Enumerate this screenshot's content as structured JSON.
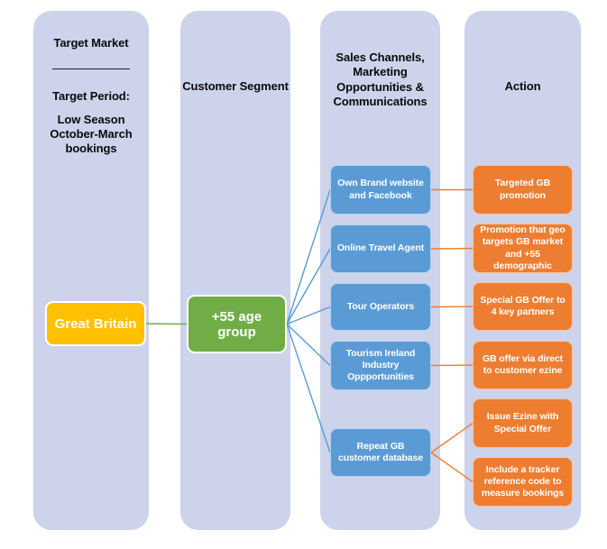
{
  "colors": {
    "panel_background": "#CDD3EA",
    "target_market_node": "#FFC000",
    "segment_node": "#70AD47",
    "channel_nodes": "#5B9BD5",
    "action_nodes": "#ED7D31",
    "connector_green": "#70AD47",
    "connector_blue": "#5B9BD5",
    "connector_orange": "#ED7D31"
  },
  "columns": [
    {
      "title": "Target Market",
      "period_label": "Target Period:",
      "period_value": "Low Season October-March bookings"
    },
    {
      "title": "Customer Segment"
    },
    {
      "title": "Sales Channels, Marketing Opportunities & Communications"
    },
    {
      "title": "Action"
    }
  ],
  "nodes": [
    {
      "id": "great-britain",
      "label": "Great Britain",
      "color": "#FFC000"
    },
    {
      "id": "age-group",
      "label": "+55 age group",
      "color": "#70AD47"
    },
    {
      "id": "own-brand-website",
      "label": "Own Brand website and Facebook",
      "color": "#5B9BD5"
    },
    {
      "id": "online-travel-agent",
      "label": "Online Travel Agent",
      "color": "#5B9BD5"
    },
    {
      "id": "tour-operators",
      "label": "Tour Operators",
      "color": "#5B9BD5"
    },
    {
      "id": "tourism-ireland",
      "label": "Tourism Ireland Industry Oppportunities",
      "color": "#5B9BD5"
    },
    {
      "id": "repeat-gb-database",
      "label": "Repeat GB customer database",
      "color": "#5B9BD5"
    },
    {
      "id": "targeted-gb-promotion",
      "label": "Targeted GB promotion",
      "color": "#ED7D31"
    },
    {
      "id": "geo-targeted-promotion",
      "label": "Promotion that geo targets GB market and +55 demographic",
      "color": "#ED7D31"
    },
    {
      "id": "special-gb-offer",
      "label": "Special  GB Offer to 4 key partners",
      "color": "#ED7D31"
    },
    {
      "id": "gb-offer-ezine",
      "label": "GB offer via direct to customer ezine",
      "color": "#ED7D31"
    },
    {
      "id": "issue-ezine",
      "label": "Issue Ezine with Special Offer",
      "color": "#ED7D31"
    },
    {
      "id": "tracker-reference",
      "label": "Include a tracker reference code to measure bookings",
      "color": "#ED7D31"
    }
  ],
  "edges": [
    {
      "from": "great-britain",
      "to": "age-group",
      "color": "#70AD47"
    },
    {
      "from": "age-group",
      "to": "own-brand-website",
      "color": "#5B9BD5"
    },
    {
      "from": "age-group",
      "to": "online-travel-agent",
      "color": "#5B9BD5"
    },
    {
      "from": "age-group",
      "to": "tour-operators",
      "color": "#5B9BD5"
    },
    {
      "from": "age-group",
      "to": "tourism-ireland",
      "color": "#5B9BD5"
    },
    {
      "from": "age-group",
      "to": "repeat-gb-database",
      "color": "#5B9BD5"
    },
    {
      "from": "own-brand-website",
      "to": "targeted-gb-promotion",
      "color": "#ED7D31"
    },
    {
      "from": "online-travel-agent",
      "to": "geo-targeted-promotion",
      "color": "#ED7D31"
    },
    {
      "from": "tour-operators",
      "to": "special-gb-offer",
      "color": "#ED7D31"
    },
    {
      "from": "tourism-ireland",
      "to": "gb-offer-ezine",
      "color": "#ED7D31"
    },
    {
      "from": "repeat-gb-database",
      "to": "issue-ezine",
      "color": "#ED7D31"
    },
    {
      "from": "repeat-gb-database",
      "to": "tracker-reference",
      "color": "#ED7D31"
    }
  ]
}
